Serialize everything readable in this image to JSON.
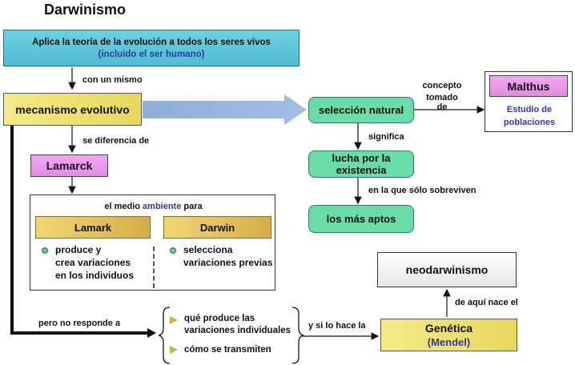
{
  "title": "Darwinismo",
  "top_box": {
    "line1": "Aplica la teoría de la evolución a todos los seres vivos",
    "line2": "(incluido el ser humano)"
  },
  "labels": {
    "con_un_mismo": "con un mismo",
    "se_diferencia_de": "se diferencia de",
    "concepto": "concepto",
    "tomado_de": "tomado de",
    "significa": "significa",
    "en_la_que": "en la que sólo sobreviven",
    "pero_no": "pero no responde a",
    "y_si": "y si lo hace la",
    "de_aqui": "de aquí nace el"
  },
  "mecanismo": "mecanismo evolutivo",
  "lamarck": "Lamarck",
  "medio": {
    "prefix": "el medio ",
    "highlight": "ambiente",
    "suffix": " para"
  },
  "compare": {
    "left_title": "Lamark",
    "right_title": "Darwin",
    "left_text": [
      "produce y",
      "crea variaciones",
      "en los individuos"
    ],
    "right_text": [
      "selecciona",
      "variaciones previas"
    ]
  },
  "seleccion": "selección natural",
  "lucha": [
    "lucha por la",
    "existencia"
  ],
  "aptos": "los más aptos",
  "malthus": {
    "name": "Malthus",
    "desc": [
      "Estudio de",
      "poblaciones"
    ]
  },
  "neodarwinismo": "neodarwinismo",
  "genetica": {
    "name": "Genética",
    "sub": "(Mendel)"
  },
  "questions": [
    "qué produce las",
    "variaciones individuales",
    "cómo se transmiten"
  ],
  "colors": {
    "cyan": "#5ec6d8",
    "yellow": "#efe377",
    "pink": "#e89ae8",
    "green": "#69dca7",
    "gold": "#e6c661",
    "blue_text": "#2c3aa8"
  }
}
